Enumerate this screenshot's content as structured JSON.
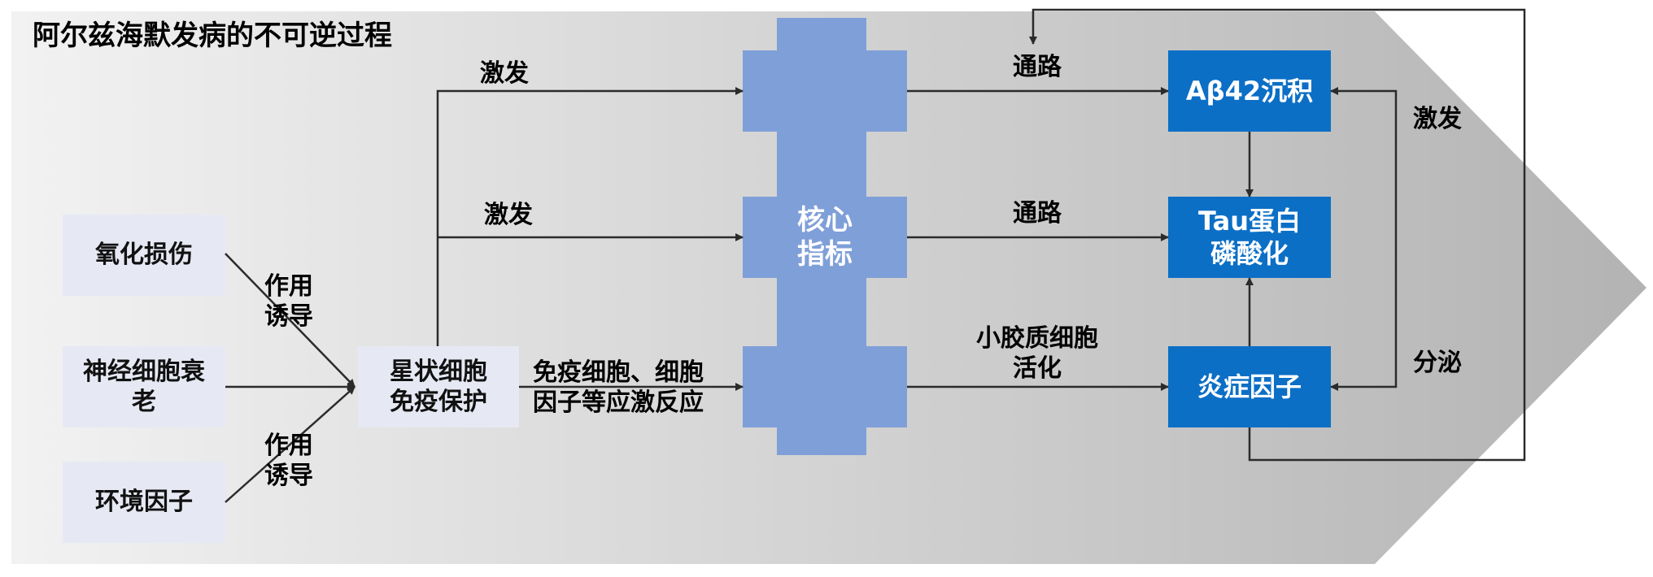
{
  "title": "阿尔兹海默发病的不可逆过程",
  "causes": [
    "氧化损伤",
    "神经细胞衰\n老",
    "环境因子"
  ],
  "astrocyte": "星状细胞\n免疫保护",
  "core": "核心\n指标",
  "outcomes": {
    "abeta": "Aβ42沉积",
    "tau": "Tau蛋白\n磷酸化",
    "inflammation": "炎症因子"
  },
  "labels": {
    "induce_top": "作用\n诱导",
    "induce_bottom": "作用\n诱导",
    "activate_top": "激发",
    "activate_mid": "激发",
    "immune_response": "免疫细胞、细胞\n因子等应激反应",
    "pathway_top": "通路",
    "pathway_mid": "通路",
    "microglia": "小胶质细胞\n活化",
    "activate_right": "激发",
    "secrete": "分泌"
  },
  "colors": {
    "cause_box": "#e6e9f3",
    "core_block": "#7f9fd8",
    "outcome_box": "#0c6fc6",
    "arrow": "#2b2b2b",
    "bg_light": "#f0f0f0",
    "bg_dark": "#b5b5b5"
  }
}
